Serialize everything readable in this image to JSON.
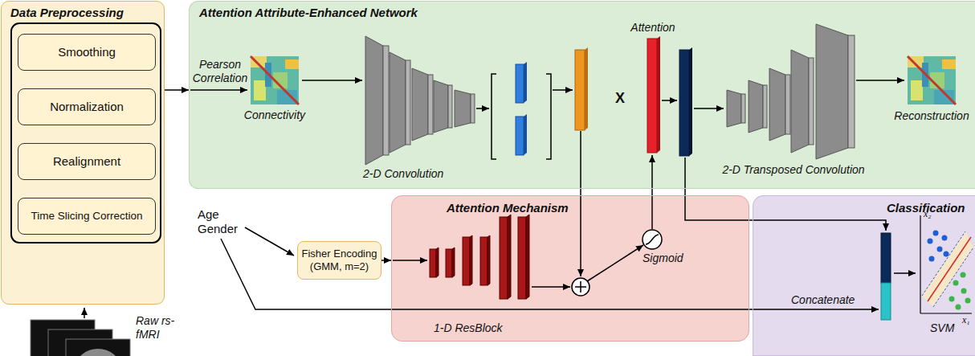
{
  "diagram": {
    "nodes": [
      {
        "text": [
          "Data Preprocessing"
        ]
      },
      {
        "text": [
          "Smoothing"
        ],
        "in": 0
      },
      {
        "text": [
          "Normalization"
        ],
        "in": 0
      },
      {
        "text": [
          "Realignment"
        ],
        "in": 0
      },
      {
        "text": [
          "Time Slicing Correction"
        ],
        "in": 0
      },
      {
        "text": [
          "Attention Attribute-Enhanced Network"
        ]
      },
      {
        "text": [
          "Fisher Encoding (GMM, m=2)"
        ]
      },
      {
        "text": [
          "Attention Mechanism"
        ]
      },
      {
        "text": [
          "Classification"
        ]
      }
    ],
    "edges": [
      {
        "from": 0,
        "to": 5,
        "label": "Pearson Correlation",
        "arrow": "to"
      },
      {
        "from": 6,
        "to": 7,
        "arrow": "to"
      }
    ],
    "labels": [
      "Connectivity",
      "2-D Convolution",
      "Attention",
      "X",
      "2-D Transposed Convolution",
      "Reconstruction",
      "Raw rs-fMRI",
      "Age Gender",
      "1-D ResBlock",
      "Sigmoid",
      "Concatenate",
      "x₂",
      "x₁",
      "SVM"
    ]
  }
}
